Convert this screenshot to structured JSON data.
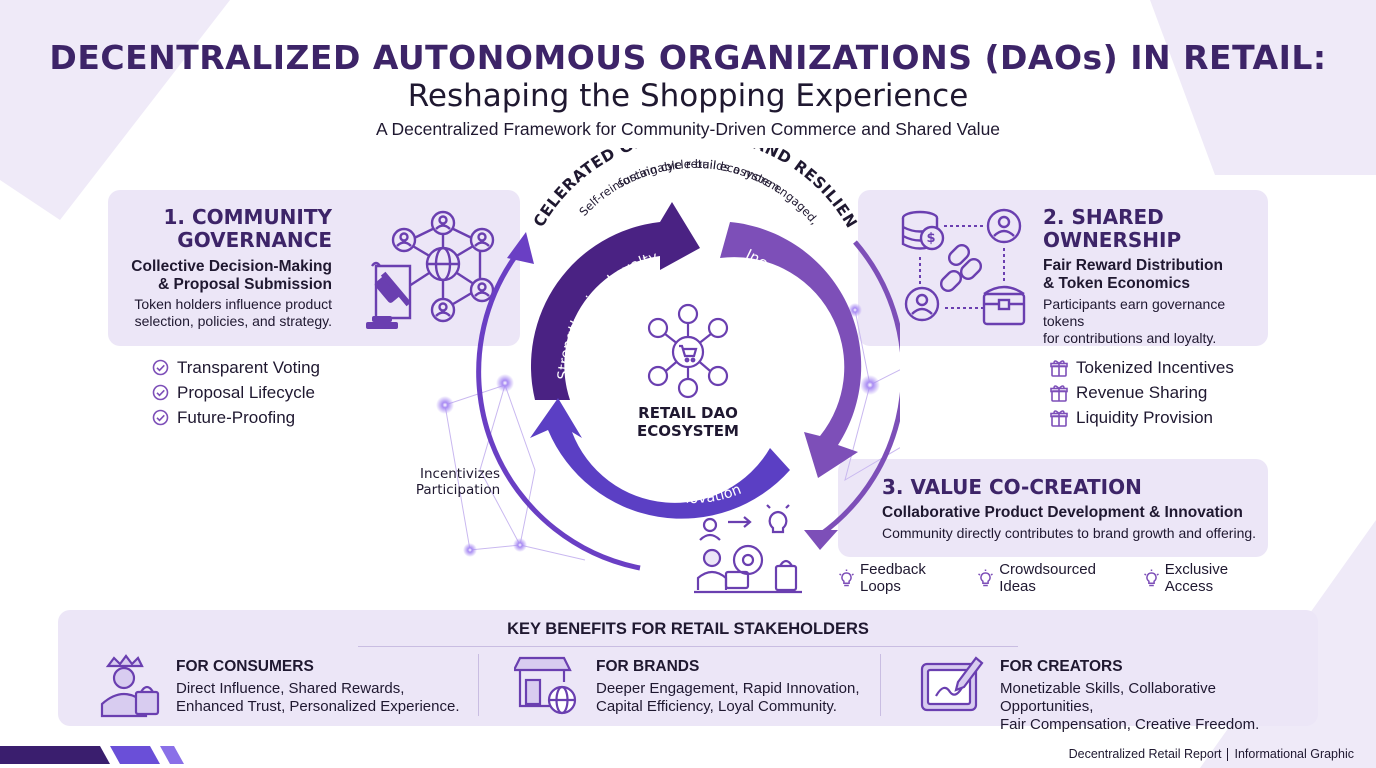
{
  "header": {
    "title": "DECENTRALIZED AUTONOMOUS ORGANIZATIONS (DAOs) IN RETAIL:",
    "subtitle": "Reshaping the Shopping Experience",
    "tagline": "A Decentralized Framework for Community-Driven Commerce and Shared Value"
  },
  "cycle": {
    "top_title": "ACCELERATED GROWTH & BRAND RESILIENCE",
    "top_note_line1": "Self-reinforcing cycle builds a more engaged,",
    "top_note_line2": "sustainable retail ecosystem.",
    "arc_left": "Strengthening Loyalty",
    "arc_right": "Incentivizes Participation",
    "arc_bottom": "Driving Innovation",
    "center_line1": "RETAIL DAO",
    "center_line2": "ECOSYSTEM",
    "side_label_line1": "Incentivizes",
    "side_label_line2": "Participation"
  },
  "governance": {
    "heading_line1": "1. COMMUNITY",
    "heading_line2": "GOVERNANCE",
    "sub_line1": "Collective Decision-Making",
    "sub_line2": "& Proposal Submission",
    "desc_line1": "Token holders influence product",
    "desc_line2": "selection, policies, and strategy.",
    "bullets": [
      "Transparent Voting",
      "Proposal Lifecycle",
      "Future-Proofing"
    ]
  },
  "ownership": {
    "heading_line1": "2. SHARED",
    "heading_line2": "OWNERSHIP",
    "sub_line1": "Fair Reward Distribution",
    "sub_line2": "& Token Economics",
    "desc_line1": "Participants earn governance tokens",
    "desc_line2": "for contributions and loyalty.",
    "bullets": [
      "Tokenized Incentives",
      "Revenue Sharing",
      "Liquidity Provision"
    ]
  },
  "cocreation": {
    "heading": "3. VALUE CO-CREATION",
    "sub": "Collaborative Product Development & Innovation",
    "desc": "Community directly contributes to brand growth and offering.",
    "bullets": [
      "Feedback Loops",
      "Crowdsourced Ideas",
      "Exclusive Access"
    ]
  },
  "benefits": {
    "title": "KEY BENEFITS FOR RETAIL STAKEHOLDERS",
    "consumers": {
      "heading": "FOR CONSUMERS",
      "line1": "Direct Influence, Shared Rewards,",
      "line2": "Enhanced Trust, Personalized Experience."
    },
    "brands": {
      "heading": "FOR BRANDS",
      "line1": "Deeper Engagement, Rapid Innovation,",
      "line2": "Capital Efficiency, Loyal Community."
    },
    "creators": {
      "heading": "FOR CREATORS",
      "line1": "Monetizable Skills, Collaborative Opportunities,",
      "line2": "Fair Compensation, Creative Freedom."
    }
  },
  "footer": {
    "left": "Decentralized Retail Report",
    "right": "Informational Graphic"
  },
  "colors": {
    "heading_purple": "#3d2468",
    "panel_lavender": "#ece6f7",
    "arc_dark": "#4a2283",
    "arc_mid": "#7d4fb8",
    "arc_blue": "#5b3fc4",
    "icon_purple": "#6a3fb0"
  },
  "icons": [
    "network-people-icon",
    "gavel-icon",
    "scroll-icon",
    "coin-stack-icon",
    "chain-link-icon",
    "person-icon",
    "treasure-chest-icon",
    "shopping-cart-icon",
    "check-circle-icon",
    "gift-icon",
    "lightbulb-icon",
    "gear-icon",
    "shopping-bag-icon",
    "crowned-person-icon",
    "storefront-icon",
    "globe-icon",
    "tablet-pen-icon"
  ]
}
